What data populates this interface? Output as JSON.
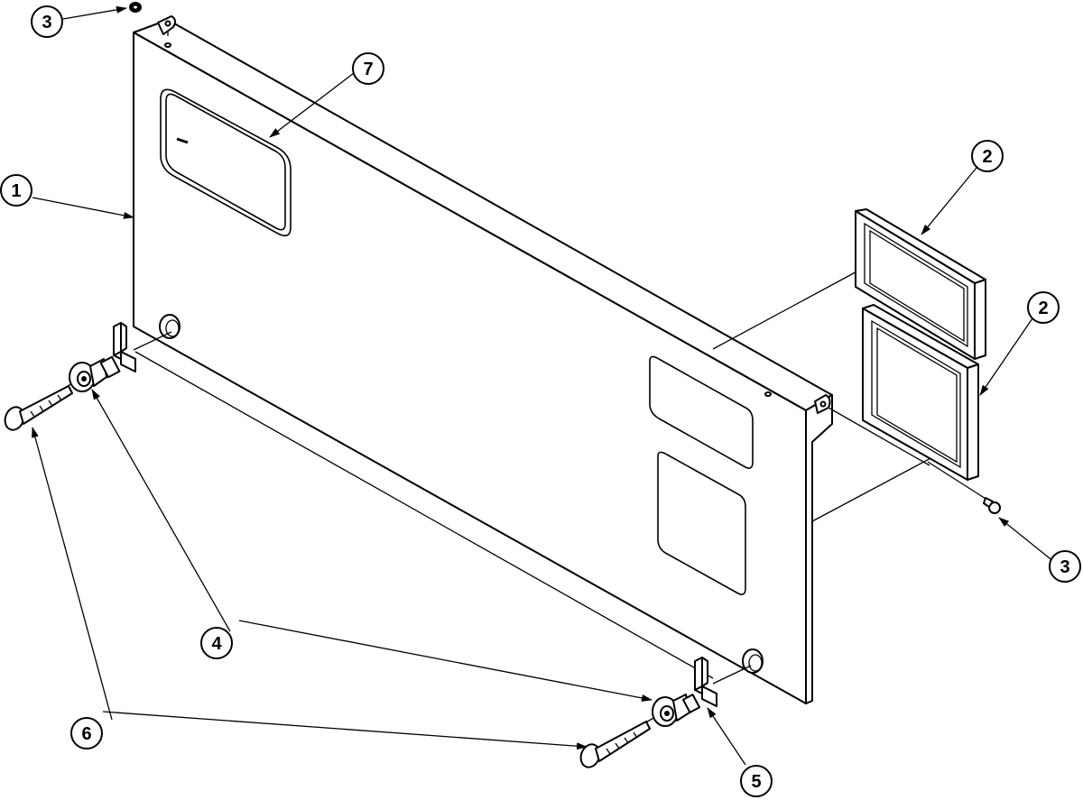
{
  "diagram": {
    "type": "exploded-assembly-drawing",
    "balloons": [
      {
        "id": "balloon-1",
        "label": "1",
        "part": "panel"
      },
      {
        "id": "balloon-2-upper",
        "label": "2",
        "part": "frame-upper"
      },
      {
        "id": "balloon-2-lower",
        "label": "2",
        "part": "frame-lower"
      },
      {
        "id": "balloon-3-top-left",
        "label": "3",
        "part": "screw-top-left"
      },
      {
        "id": "balloon-3-right",
        "label": "3",
        "part": "screw-right"
      },
      {
        "id": "balloon-4",
        "label": "4",
        "part": "grommets"
      },
      {
        "id": "balloon-5",
        "label": "5",
        "part": "bracket-right"
      },
      {
        "id": "balloon-6",
        "label": "6",
        "part": "pins"
      },
      {
        "id": "balloon-7",
        "label": "7",
        "part": "window-cutout"
      }
    ],
    "colors": {
      "line": "#000000",
      "background": "#ffffff"
    }
  }
}
